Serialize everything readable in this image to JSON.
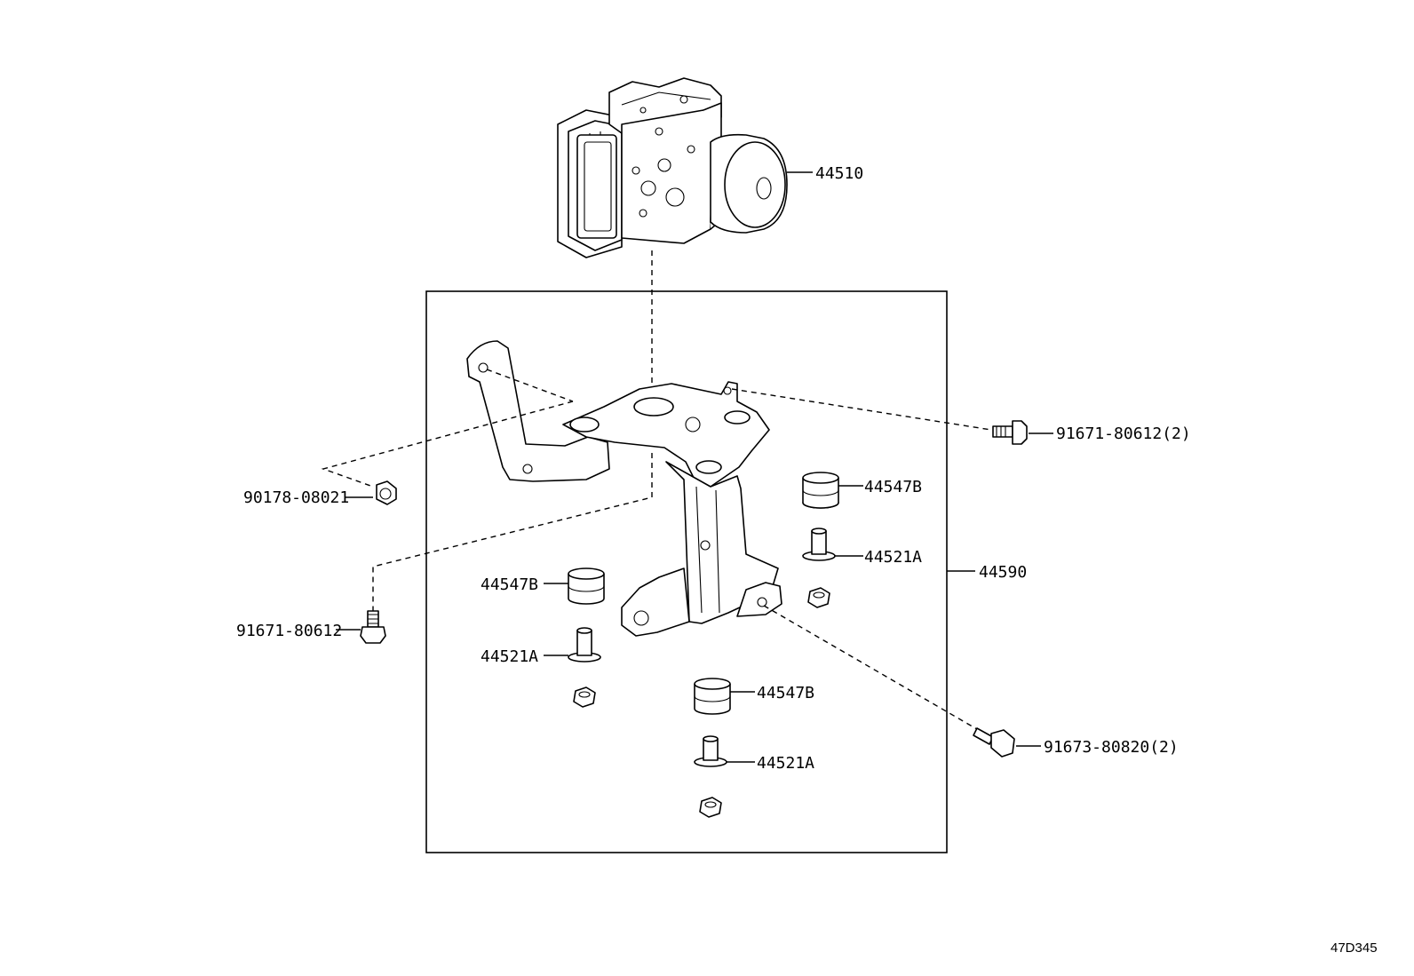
{
  "diagram_code": "47D345",
  "callouts": {
    "actuator": "44510",
    "bracket_assembly": "44590",
    "nut_left": "90178-08021",
    "bolt_top_right": "91671-80612(2)",
    "bolt_left": "91671-80612",
    "bolt_bottom_right": "91673-80820(2)",
    "cushion_right": "44547B",
    "collar_right": "44521A",
    "cushion_left": "44547B",
    "collar_left": "44521A",
    "cushion_bottom": "44547B",
    "collar_bottom": "44521A"
  }
}
